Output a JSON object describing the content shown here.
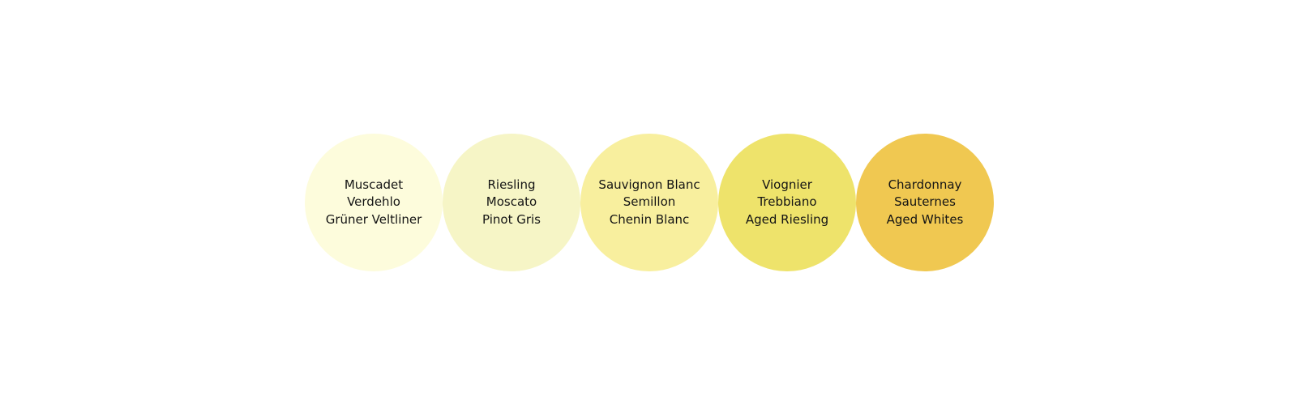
{
  "groups": [
    {
      "color": "#fdfcdc",
      "lines": [
        "Muscadet",
        "Verdehlo",
        "Grüner Veltliner"
      ]
    },
    {
      "color": "#f6f5c6",
      "lines": [
        "Riesling",
        "Moscato",
        "Pinot Gris"
      ]
    },
    {
      "color": "#f8ef9e",
      "lines": [
        "Sauvignon Blanc",
        "Semillon",
        "Chenin Blanc"
      ]
    },
    {
      "color": "#eee36b",
      "lines": [
        "Viognier",
        "Trebbiano",
        "Aged Riesling"
      ]
    },
    {
      "color": "#f0c851",
      "lines": [
        "Chardonnay",
        "Sauternes",
        "Aged Whites"
      ]
    }
  ]
}
